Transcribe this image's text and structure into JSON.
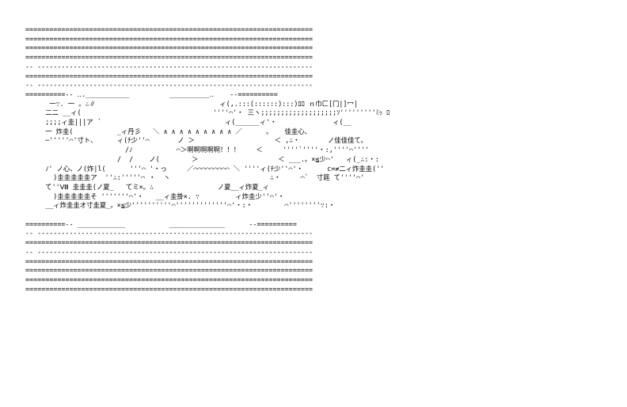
{
  "art": {
    "lines": [
      "========================================================================",
      "========================================================================",
      "========================================================================",
      "========================================================================",
      "-- ---------------------------------------------------------------------",
      "========================================================================",
      "-- ---------------------------------------------------------------------",
      "==========-- ‥.___________          __________‥    --==========",
      "      一∵. 一 。∴∥                               ィ(,.:::(::::::):::)ﾛﾛ ｎ巾匚[冂|]冖|",
      "     二二 __ィ(                                 ''''⌒'・ 三ヽ;;;;;;;;;;;;;;;;;;;ｿ'''''''''ﾐｯ ﾛ",
      "     ;;;;ィ圭|||ア ´                               ィ(______ィ'・              ィ(__",
      "     一 炸圭(           _ィ丹彡   ＼ ∧ ∧ ∧ ∧ ∧ ∧ ∧ ∧ ∧ ／      。   佳圭心、",
      "     ─'''''⌒'寸ト、     ィ(ﾁ少''⌒       ノ ＞                    ＜ ,∴・       ノ佳佳佳て。",
      "                         /ﾉ           ⌒＞啊啊啊啊啊！！！    ＜     ''''`''''・:,''''⌒''''",
      "                       /  /    ノ(        ＞                    ＜ ___.。×≦少⌒'   ィ(_∴:・:",
      "     ﾉ' ノ心、ノ(炸|l(      '''⌒ '・っ     ／⌒⌒⌒⌒⌒⌒⌒⌒⌒ ＼ ''''ィ(ﾁ少''⌒'・      c=≠二ィ炸圭圭(''",
      "       )圭圭圭圭圭ア  ''∴:'''''⌒ ・  ヽ                         ∴・     ⌒`  寸筵 て''''⌒'",
      "     て''Ⅷ 圭圭圭(ノ夏_   てミ×。∴                ノ夏__ィ炸夏_ィ",
      "       )圭圭圭圭圭そ '''''''⌒'・   __ィ圭掛×. ∵         ィ炸圭少''⌒'・",
      "     __ィ炸圭圭オ寸圭夏_。×≦少''''''''''⌒'''''''''''''⌒'・:・        ⌒''''''''∵:・",
      "",
      "==========-- ____________           ______________      --==========",
      "-- ---------------------------------------------------------------------",
      "========================================================================",
      "-- ---------------------------------------------------------------------",
      "========================================================================",
      "========================================================================",
      "========================================================================",
      "========================================================================"
    ]
  }
}
